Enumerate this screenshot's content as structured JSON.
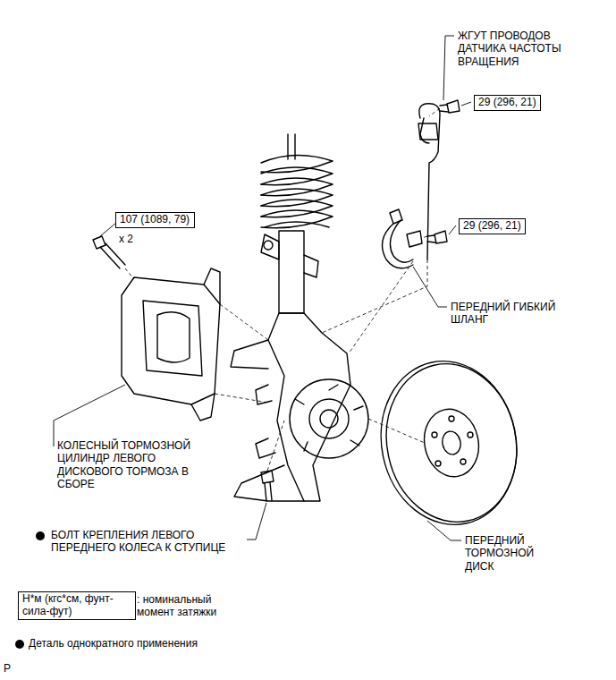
{
  "diagram": {
    "nodes": [
      {
        "text": [
          "107 (1089, 79)"
        ]
      },
      {
        "text": [
          "29 (296, 21)"
        ]
      },
      {
        "text": [
          "29 (296, 21)"
        ]
      },
      {
        "text": [
          "Н*м (кгс*см, фунт-сила-фут)"
        ]
      }
    ],
    "labels": [
      "ЖГУТ ПРОВОДОВ ДАТЧИКА ЧАСТОТЫ ВРАЩЕНИЯ",
      "x 2",
      "ПЕРЕДНИЙ ГИБКИЙ ШЛАНГ",
      "КОЛЕСНЫЙ ТОРМОЗНОЙ ЦИЛИНДР ЛЕВОГО ДИСКОВОГО ТОРМОЗА В СБОРЕ",
      "БОЛТ КРЕПЛЕНИЯ ЛЕВОГО ПЕРЕДНЕГО КОЛЕСА К СТУПИЦЕ",
      "ПЕРЕДНИЙ ТОРМОЗНОЙ ДИСК",
      "P"
    ],
    "legend": [
      {
        "text": ": номинальный момент затяжки"
      },
      {
        "text": "Деталь однократного применения"
      }
    ]
  }
}
